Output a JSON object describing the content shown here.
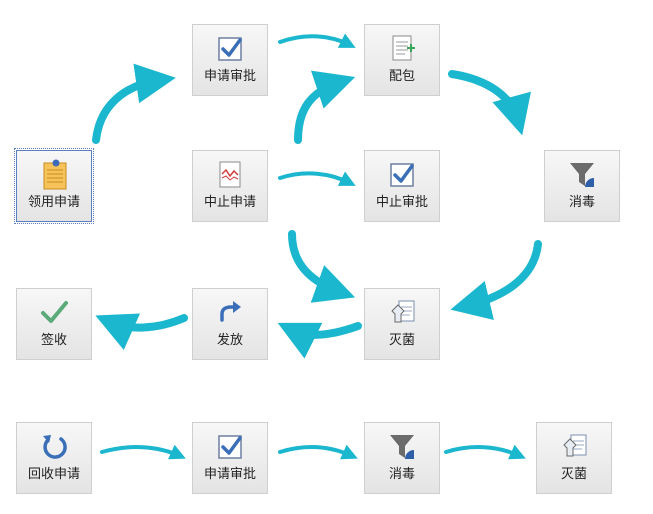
{
  "nodes": {
    "apply": {
      "label": "领用申请",
      "icon": "notepad-pin-icon"
    },
    "approve_top": {
      "label": "申请审批",
      "icon": "checkbox-icon"
    },
    "pack": {
      "label": "配包",
      "icon": "document-add-icon"
    },
    "stop_apply": {
      "label": "中止申请",
      "icon": "chart-document-icon"
    },
    "stop_approve": {
      "label": "中止审批",
      "icon": "checkbox-icon"
    },
    "disinfect": {
      "label": "消毒",
      "icon": "funnel-icon"
    },
    "sterilize": {
      "label": "灭菌",
      "icon": "sterilize-icon"
    },
    "dispatch": {
      "label": "发放",
      "icon": "forward-arrow-icon"
    },
    "sign": {
      "label": "签收",
      "icon": "checkmark-icon"
    },
    "recycle_apply": {
      "label": "回收申请",
      "icon": "refresh-icon"
    },
    "recycle_approve": {
      "label": "申请审批",
      "icon": "checkbox-icon"
    },
    "recycle_disinfect": {
      "label": "消毒",
      "icon": "funnel-icon"
    },
    "recycle_sterilize": {
      "label": "灭菌",
      "icon": "sterilize-icon"
    }
  },
  "colors": {
    "arrow": "#1bb7cf",
    "check": "#3a6fb8",
    "green_check": "#5aaa7a",
    "funnel": "#6b6b6b",
    "funnel_accent": "#2f5fa8"
  }
}
